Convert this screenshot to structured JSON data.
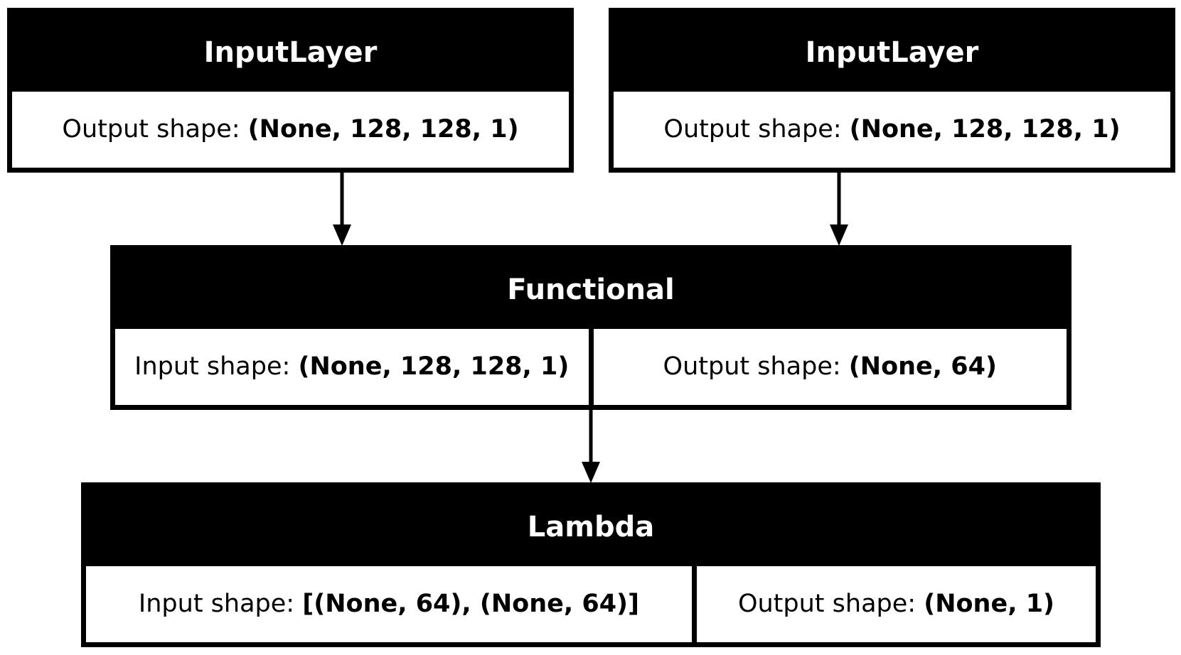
{
  "nodes": [
    {
      "id": "input-layer-1",
      "title": "InputLayer",
      "cells": [
        {
          "label": "Output shape:",
          "value": "(None, 128, 128, 1)"
        }
      ]
    },
    {
      "id": "input-layer-2",
      "title": "InputLayer",
      "cells": [
        {
          "label": "Output shape:",
          "value": "(None, 128, 128, 1)"
        }
      ]
    },
    {
      "id": "functional",
      "title": "Functional",
      "cells": [
        {
          "label": "Input shape:",
          "value": "(None, 128, 128, 1)"
        },
        {
          "label": "Output shape:",
          "value": "(None, 64)"
        }
      ]
    },
    {
      "id": "lambda",
      "title": "Lambda",
      "cells": [
        {
          "label": "Input shape:",
          "value": "[(None, 64), (None, 64)]"
        },
        {
          "label": "Output shape:",
          "value": "(None, 1)"
        }
      ]
    }
  ],
  "edges": [
    {
      "from": "input-layer-1",
      "to": "functional"
    },
    {
      "from": "input-layer-2",
      "to": "functional"
    },
    {
      "from": "functional",
      "to": "lambda"
    }
  ],
  "colors": {
    "header_background": "#000000",
    "header_text": "#ffffff",
    "cell_background": "#ffffff",
    "edge": "#000000"
  }
}
